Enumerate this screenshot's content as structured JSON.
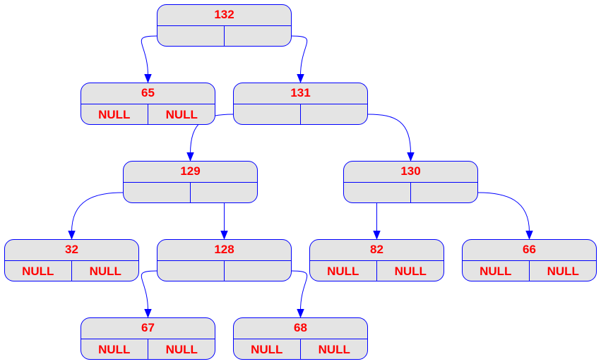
{
  "colors": {
    "node_fill": "#e4e4e4",
    "node_border": "#0000ff",
    "text": "#ff0000",
    "edge": "#0000ff"
  },
  "nodes": [
    {
      "id": "n132",
      "value": "132",
      "left": "",
      "right": ""
    },
    {
      "id": "n65",
      "value": "65",
      "left": "NULL",
      "right": "NULL"
    },
    {
      "id": "n131",
      "value": "131",
      "left": "",
      "right": ""
    },
    {
      "id": "n129",
      "value": "129",
      "left": "",
      "right": ""
    },
    {
      "id": "n130",
      "value": "130",
      "left": "",
      "right": ""
    },
    {
      "id": "n32",
      "value": "32",
      "left": "NULL",
      "right": "NULL"
    },
    {
      "id": "n128",
      "value": "128",
      "left": "",
      "right": ""
    },
    {
      "id": "n82",
      "value": "82",
      "left": "NULL",
      "right": "NULL"
    },
    {
      "id": "n66",
      "value": "66",
      "left": "NULL",
      "right": "NULL"
    },
    {
      "id": "n67",
      "value": "67",
      "left": "NULL",
      "right": "NULL"
    },
    {
      "id": "n68",
      "value": "68",
      "left": "NULL",
      "right": "NULL"
    }
  ],
  "edges": [
    {
      "from": "n132",
      "to": "n65"
    },
    {
      "from": "n132",
      "to": "n131"
    },
    {
      "from": "n131",
      "to": "n129"
    },
    {
      "from": "n131",
      "to": "n130"
    },
    {
      "from": "n129",
      "to": "n32"
    },
    {
      "from": "n129",
      "to": "n128"
    },
    {
      "from": "n130",
      "to": "n82"
    },
    {
      "from": "n130",
      "to": "n66"
    },
    {
      "from": "n128",
      "to": "n67"
    },
    {
      "from": "n128",
      "to": "n68"
    }
  ]
}
